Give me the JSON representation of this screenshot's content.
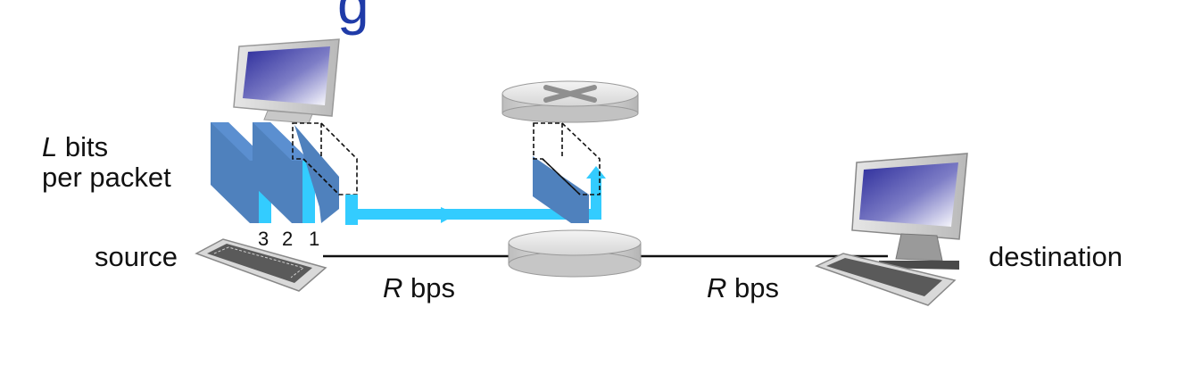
{
  "title_fragment": "g",
  "labels": {
    "bits_var": "L",
    "bits_line1_rest": " bits",
    "bits_line2": "per packet",
    "source": "source",
    "destination": "destination",
    "rate1_var": "R",
    "rate1_unit": " bps",
    "rate2_var": "R",
    "rate2_unit": " bps"
  },
  "packet_numbers": [
    "3",
    "2",
    "1"
  ],
  "colors": {
    "title": "#1f3ba8",
    "packet_face": "#4f81bd",
    "packet_edge": "#33ccff",
    "link": "#111111",
    "screen": "#2f2fa0"
  },
  "icons": {
    "source_host": "desktop-computer-icon",
    "router": "router-icon",
    "switch": "switch-icon",
    "destination_host": "desktop-computer-icon"
  }
}
